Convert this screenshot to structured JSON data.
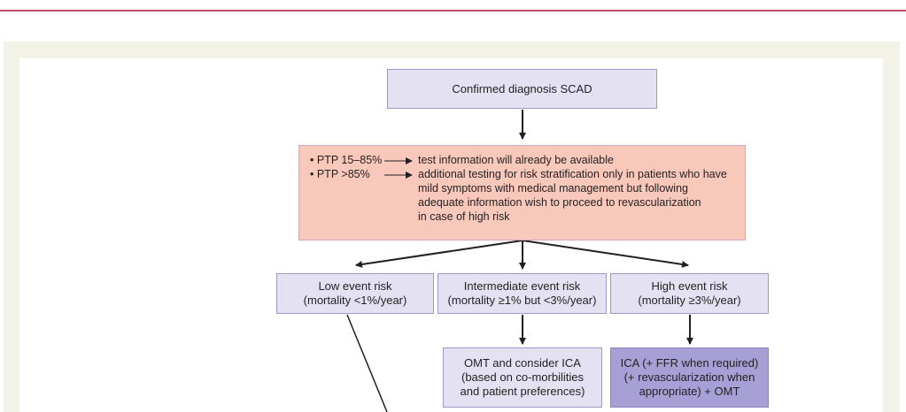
{
  "flowchart": {
    "start": "Confirmed diagnosis SCAD",
    "ptp": [
      {
        "label": "• PTP 15–85%",
        "text": [
          "test information will already be available"
        ]
      },
      {
        "label": "• PTP >85%",
        "text": [
          "additional testing for risk stratification only in patients who have",
          "mild symptoms with medical management but following",
          "adequate information wish to proceed to revascularization",
          "in case of high risk"
        ]
      }
    ],
    "risk": {
      "low": [
        "Low event risk",
        "(mortality <1%/year)"
      ],
      "intermediate": [
        "Intermediate event risk",
        "(mortality ≥1% but <3%/year)"
      ],
      "high": [
        "High event risk",
        "(mortality ≥3%/year)"
      ]
    },
    "actions": {
      "omt": [
        "OMT and consider ICA",
        "(based on co-morbilities",
        "and patient preferences)"
      ],
      "ica": [
        "ICA (+ FFR when required)",
        "(+ revascularization when",
        "appropriate) + OMT"
      ]
    }
  },
  "colors": {
    "accent_rule": "#c0506a",
    "panel": "#f3f2e6",
    "box_light": "#e4e1f3",
    "box_dark": "#a7a0d6",
    "box_pink": "#f8c8bb"
  }
}
